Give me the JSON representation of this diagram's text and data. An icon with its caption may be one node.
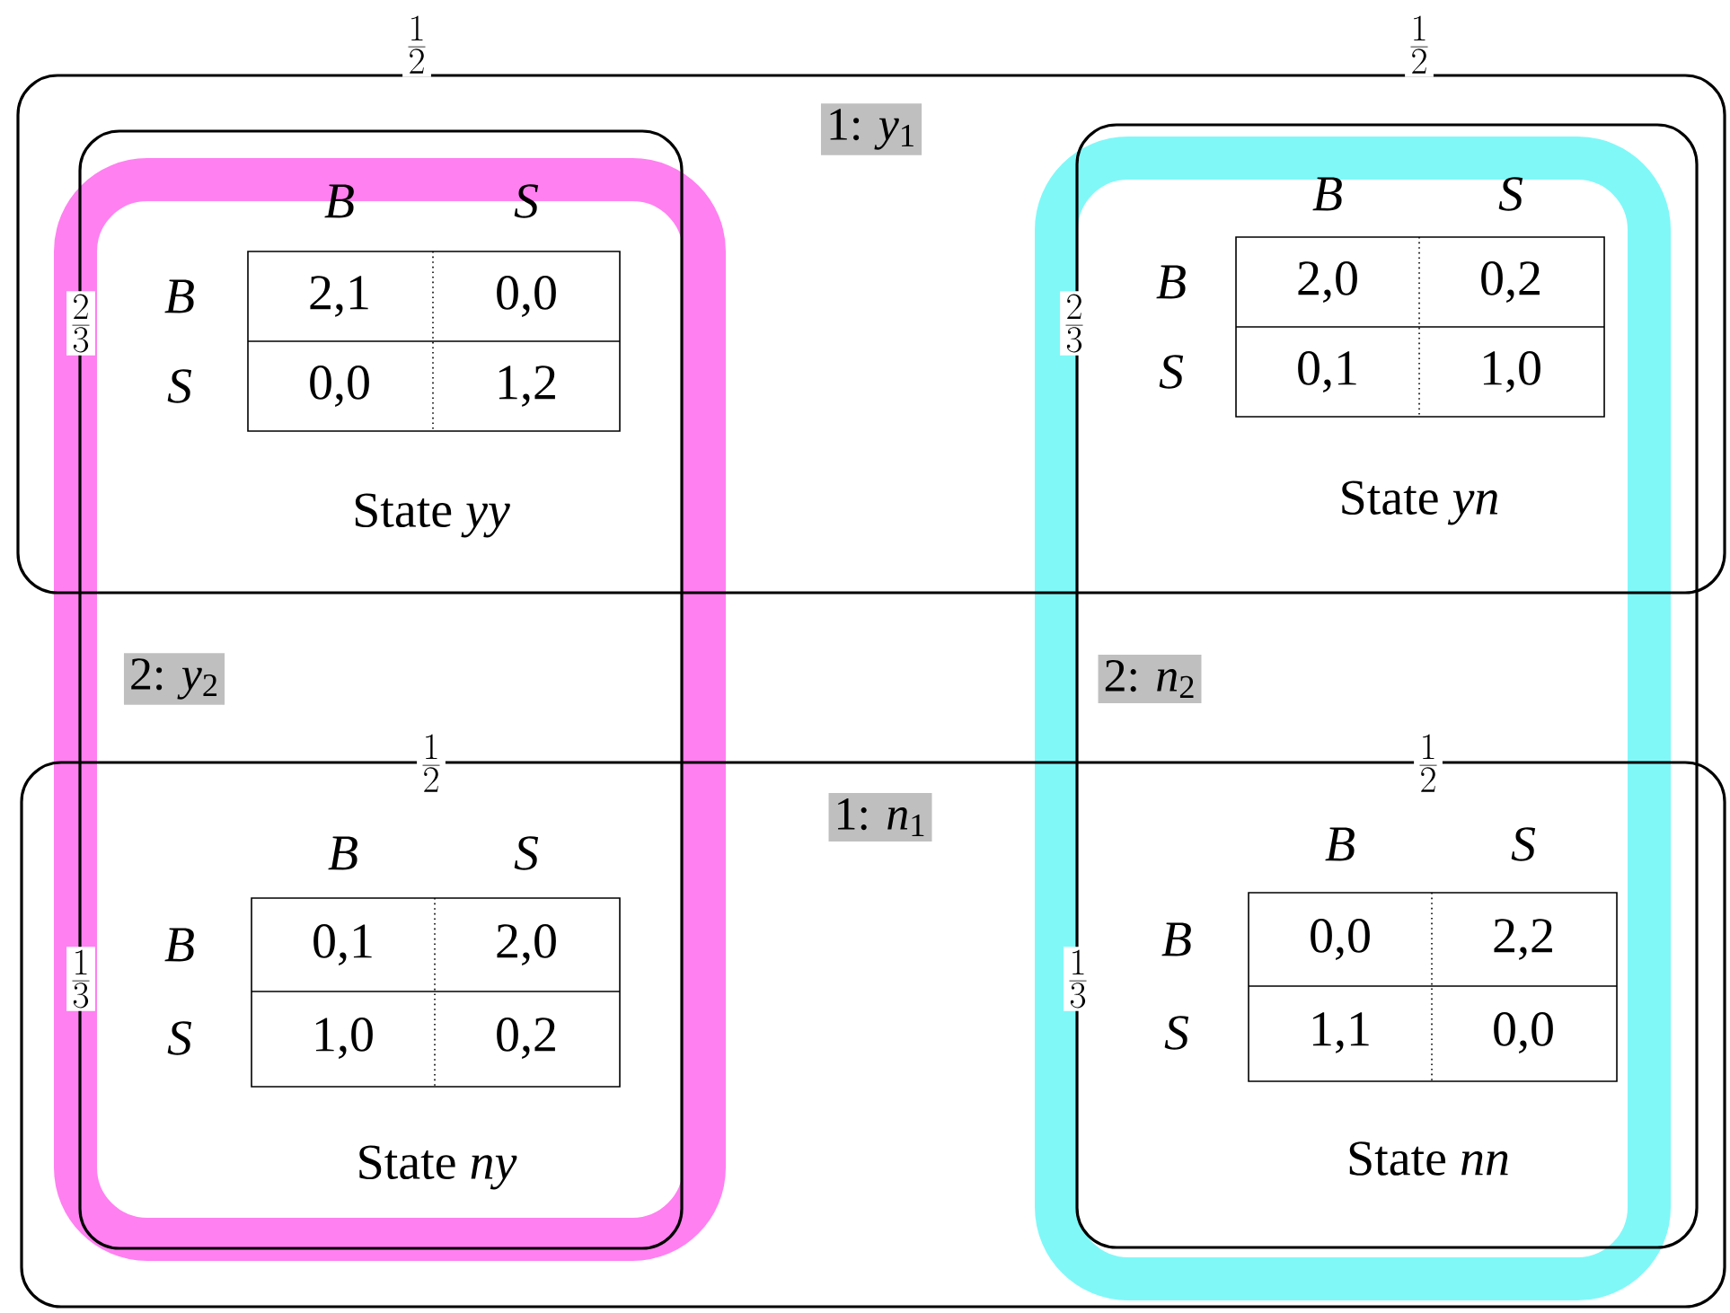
{
  "diagram": {
    "nodes": [
      {
        "text": [
          "1: *y*$_{1}$"
        ]
      },
      {
        "text": [
          "2: *y*$_{2}$"
        ]
      },
      {
        "text": [
          "2: *n*$_{2}$"
        ]
      },
      {
        "text": [
          "1: *n*$_{1}$"
        ]
      }
    ],
    "labels": [
      "\\frac{1}{2}",
      "\\frac{1}{2}",
      "\\frac{2}{3}",
      "B",
      "S",
      "B",
      "2,1",
      "0,0",
      "S",
      "0,0",
      "1,2",
      "State *yy*",
      "\\frac{2}{3}",
      "B",
      "S",
      "B",
      "2,0",
      "0,2",
      "S",
      "0,1",
      "1,0",
      "State *yn*",
      "\\frac{1}{2}",
      "\\frac{1}{2}",
      "\\frac{1}{3}",
      "B",
      "S",
      "B",
      "0,1",
      "2,0",
      "S",
      "1,0",
      "0,2",
      "State *ny*",
      "\\frac{1}{3}",
      "B",
      "S",
      "B",
      "0,0",
      "2,2",
      "S",
      "1,1",
      "0,0",
      "State *nn*"
    ]
  }
}
